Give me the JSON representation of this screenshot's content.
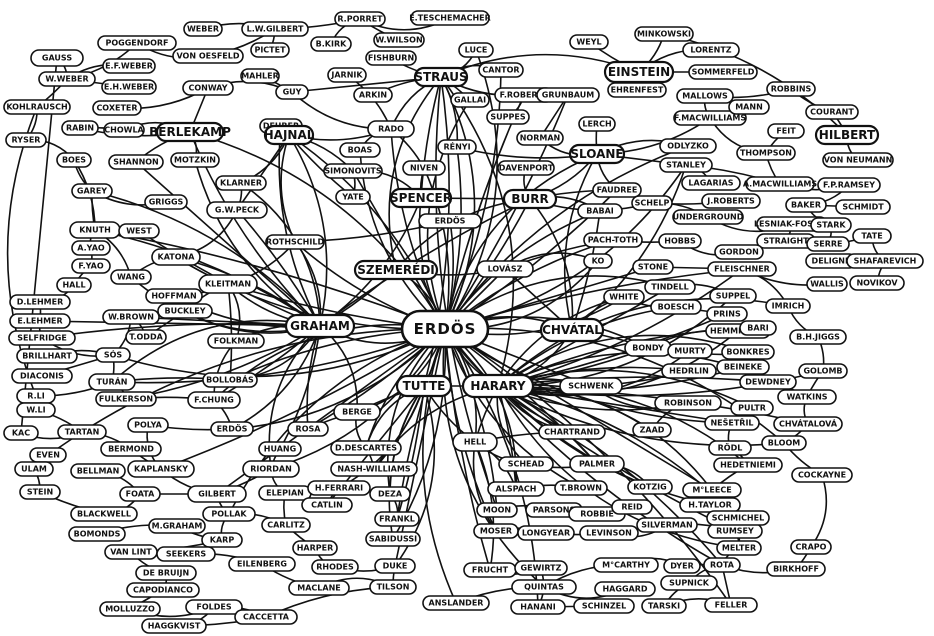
{
  "diagram": {
    "center": "ERDÖS",
    "names": {
      "n1": "GAUSS",
      "n2": "W.WEBER",
      "n3": "KOHLRAUSCH",
      "n4": "POGGENDORF",
      "n5": "E.F.WEBER",
      "n6": "E.H.WEBER",
      "n7": "WEBER",
      "n8": "L.W.GILBERT",
      "n9": "R.PORRET",
      "n10": "E.TESCHEMACHER",
      "n11": "VON OESFELD",
      "n12": "PICTET",
      "n13": "B.KIRK",
      "n14": "W.WILSON",
      "n15": "MAHLER",
      "n16": "FISHBURN",
      "n17": "LUCE",
      "n18": "WEYL",
      "n19": "MINKOWSKI",
      "n20": "LORENTZ",
      "n21": "EINSTEIN",
      "n22": "SOMMERFELD",
      "n23": "EHRENFEST",
      "n24": "COXETER",
      "n25": "CONWAY",
      "n26": "GUY",
      "n27": "JARNIK",
      "n28": "ARKIN",
      "n29": "STRAUS",
      "n30": "CANTOR",
      "n31": "GALLAI",
      "n32": "F.ROBERTS",
      "n33": "SUPPES",
      "n34": "GRUNBAUM",
      "n35": "MALLOWS",
      "n36": "ROBBINS",
      "n37": "COURANT",
      "n38": "HILBERT",
      "n39": "VON NEUMANN",
      "n40": "RYSER",
      "n41": "RABIN",
      "n42": "CHOWLA",
      "n43": "BERLEKAMP",
      "n44": "DEUBER",
      "n45": "HAJNAL",
      "n46": "RADO",
      "n47": "BOAS",
      "n48": "NORMAN",
      "n49": "LERCH",
      "n50": "F.MACWILLIAMS",
      "n51": "MANN",
      "n52": "FEIT",
      "n53": "THOMPSON",
      "n54": "BOES",
      "n55": "SHANNON",
      "n56": "MOTZKIN",
      "n57": "SIMONOVITS",
      "n58": "NIVEN",
      "n59": "RÉNYI",
      "n60": "SLOANE",
      "n61": "ODLYZKO",
      "n62": "STANLEY",
      "n63": "A.MACWILLIAMS",
      "n64": "F.P.RAMSEY",
      "n65": "GAREY",
      "n66": "GRIGGS",
      "n67": "KLARNER",
      "n68": "G.W.PECK",
      "n69": "SPENCER",
      "n70": "DAVENPORT",
      "n71": "BURR",
      "n72": "FAUDREE",
      "n73": "LAGARIAS",
      "n74": "J.ROBERTS",
      "n75": "BAKER",
      "n76": "SCHMIDT",
      "n77": "KNUTH",
      "n78": "WEST",
      "n79": "YATE",
      "n80": "BABAI",
      "n81": "SCHELP",
      "n82": "UNDERGROUND",
      "n83": "LESNIAK-FOSTER",
      "n84": "STARK",
      "n85": "A.YAO",
      "n86": "F.YAO",
      "n87": "HALL",
      "n88": "WANG",
      "n89": "KATONA",
      "n90": "ROTHSCHILD",
      "n91": "ERDÖS",
      "n92": "SZEMERÉDI",
      "n93": "LOVÁSZ",
      "n94": "PACH-TOTH",
      "n95": "HOBBS",
      "n96": "STRAIGHT",
      "n97": "GORDON",
      "n98": "SERRE",
      "n99": "TATE",
      "n100": "DELIGNE",
      "n101": "SHAFAREVICH",
      "n102": "NOVIKOV",
      "n103": "KO",
      "n104": "STONE",
      "n105": "FLEISCHNER",
      "n106": "WALLIS",
      "n107": "D.LEHMER",
      "n108": "E.LEHMER",
      "n109": "HOFFMAN",
      "n110": "KLEITMAN",
      "n111": "GRAHAM",
      "n112": "W.BROWN",
      "n113": "BUCKLEY",
      "n114": "T.ODDA",
      "n115": "FOLKMAN",
      "n116": "WHITE",
      "n117": "TINDELL",
      "n118": "SUPPEL",
      "n119": "BOESCH",
      "n120": "PRINS",
      "n121": "IMRICH",
      "n122": "CHVÁTAL",
      "n123": "HEMMINGER",
      "n124": "BARI",
      "n125": "B.H.JIGGS",
      "n126": "SELFRIDGE",
      "n127": "BRILLHART",
      "n128": "SÓS",
      "n129": "DIACONIS",
      "n130": "TURÁN",
      "n131": "BOLLOBÁS",
      "n132": "TUTTE",
      "n133": "HARARY",
      "n134": "BONDY",
      "n135": "MURTY",
      "n136": "SCHWENK",
      "n137": "HEDRLIN",
      "n138": "BEINEKE",
      "n139": "BONKRES",
      "n140": "DEWDNEY",
      "n141": "GOLOMB",
      "n142": "R.LI",
      "n143": "W.LI",
      "n144": "FULKERSON",
      "n145": "F.CHUNG",
      "n146": "KAC",
      "n147": "TARTAN",
      "n148": "POLYA",
      "n149": "ERDÖS",
      "n150": "BERGE",
      "n151": "ROSA",
      "n152": "ROBINSON",
      "n153": "NEŠETŘIL",
      "n154": "PULTR",
      "n155": "WATKINS",
      "n156": "CHVÁTALOVÁ",
      "n157": "EVEN",
      "n158": "ULAM",
      "n159": "STEIN",
      "n160": "BERMOND",
      "n161": "BELLMAN",
      "n162": "KAPLANSKY",
      "n163": "HUANG",
      "n164": "D.DESCARTES",
      "n165": "NASH-WILLIAMS",
      "n166": "HELL",
      "n167": "CHARTRAND",
      "n168": "ZAAD",
      "n169": "RÖDL",
      "n170": "BLOOM",
      "n171": "HEDETNIEMI",
      "n172": "COCKAYNE",
      "n173": "FOATA",
      "n174": "GILBERT",
      "n175": "RIORDAN",
      "n176": "ELEPIAN",
      "n177": "BLACKWELL",
      "n178": "POLLAK",
      "n179": "H.FERRARI",
      "n180": "DEZA",
      "n181": "SCHEAD",
      "n182": "PALMER",
      "n183": "KOTZIG",
      "n184": "M°LEECE",
      "n185": "ALSPACH",
      "n186": "T.BROWN",
      "n187": "H.TAYLOR",
      "n188": "RUMSEY",
      "n189": "BOMONDS",
      "n190": "M.GRAHAM",
      "n191": "KARP",
      "n192": "CARLITZ",
      "n193": "CATLIN",
      "n194": "FRANKL",
      "n195": "MOON",
      "n196": "PARSONS",
      "n197": "ROBBIE",
      "n198": "REID",
      "n199": "SCHMICHEL",
      "n200": "VAN LINT",
      "n201": "SEEKERS",
      "n202": "HARPER",
      "n203": "SABIDUSSI",
      "n204": "MOSER",
      "n205": "LONGYEAR",
      "n206": "LEVINSON",
      "n207": "SILVERMAN",
      "n208": "MELTER",
      "n209": "CRAPO",
      "n210": "DE BRUIJN",
      "n211": "EILENBERG",
      "n212": "RHODES",
      "n213": "DUKE",
      "n214": "FRUCHT",
      "n215": "GEWIRTZ",
      "n216": "M°CARTHY",
      "n217": "DYER",
      "n218": "ROTA",
      "n219": "BIRKHOFF",
      "n220": "CAPODIANCO",
      "n221": "MACLANE",
      "n222": "TILSON",
      "n223": "QUINTAS",
      "n224": "HAGGARD",
      "n225": "SUPNICK",
      "n226": "MOLLUZZO",
      "n227": "FOLDES",
      "n228": "ANSLANDER",
      "n229": "HANANI",
      "n230": "SCHINZEL",
      "n231": "TARSKI",
      "n232": "FELLER",
      "n233": "HAGGKVIST",
      "n234": "CACCETTA"
    }
  }
}
